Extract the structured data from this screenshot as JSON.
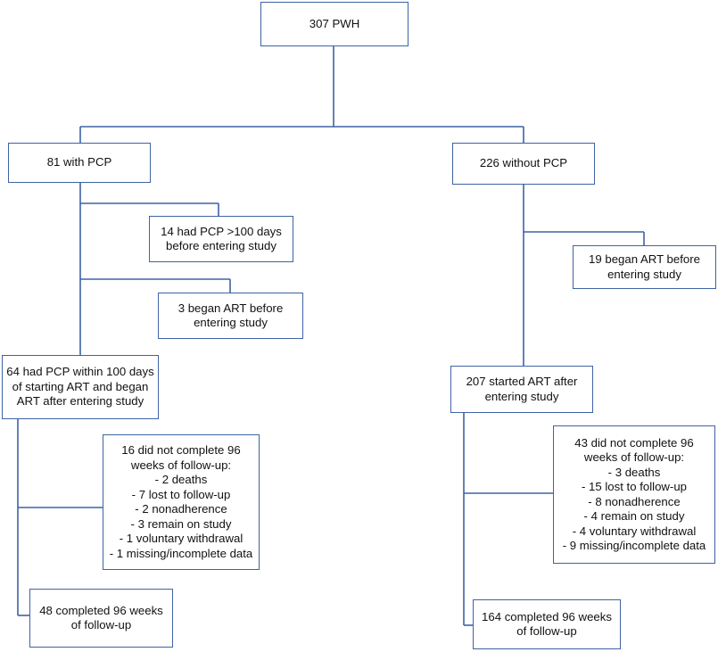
{
  "flowchart": {
    "root": {
      "lines": [
        "307 PWH"
      ]
    },
    "left": {
      "branch": {
        "lines": [
          "81 with PCP"
        ]
      },
      "excluded_1": {
        "lines": [
          "14 had PCP >100 days",
          "before entering study"
        ]
      },
      "excluded_2": {
        "lines": [
          "3 began ART before",
          "entering study"
        ]
      },
      "cohort": {
        "lines": [
          "64 had PCP within 100 days",
          "of starting ART and began",
          "ART after entering study"
        ]
      },
      "not_completed": {
        "lines": [
          "16 did not complete 96",
          "weeks of follow-up:",
          "- 2 deaths",
          "- 7 lost to follow-up",
          "- 2 nonadherence",
          "- 3 remain on study",
          "- 1 voluntary withdrawal",
          "- 1 missing/incomplete data"
        ]
      },
      "completed": {
        "lines": [
          "48 completed 96 weeks",
          "of follow-up"
        ]
      }
    },
    "right": {
      "branch": {
        "lines": [
          "226 without PCP"
        ]
      },
      "excluded_1": {
        "lines": [
          "19 began ART before",
          "entering study"
        ]
      },
      "cohort": {
        "lines": [
          "207 started ART after",
          "entering study"
        ]
      },
      "not_completed": {
        "lines": [
          "43 did not complete 96",
          "weeks of follow-up:",
          "- 3 deaths",
          "- 15 lost to follow-up",
          "- 8 nonadherence",
          "- 4 remain on study",
          "- 4 voluntary withdrawal",
          "- 9 missing/incomplete data"
        ]
      },
      "completed": {
        "lines": [
          "164 completed 96 weeks",
          "of follow-up"
        ]
      }
    },
    "colors": {
      "box_border": "#3e63a3",
      "connector": "#3e63a3",
      "background": "#ffffff",
      "text": "#111111"
    }
  }
}
